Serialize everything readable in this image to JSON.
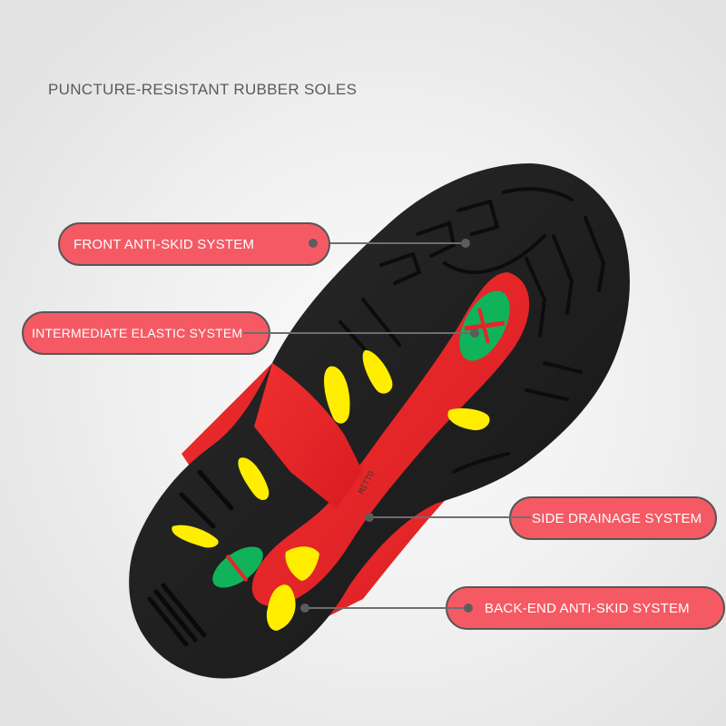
{
  "headline": "PUNCTURE-RESISTANT RUBBER SOLES",
  "colors": {
    "pill_fill": "#f55a64",
    "pill_border": "#575757",
    "sole_black": "#1f1f1f",
    "sole_red": "#e8232a",
    "insert_yellow": "#ffee00",
    "insert_green": "#10b35a"
  },
  "callouts": [
    {
      "id": "front-anti-skid",
      "label": "FRONT ANTI-SKID SYSTEM",
      "target": "forefoot tread"
    },
    {
      "id": "intermediate-elastic",
      "label": "INTERMEDIATE ELASTIC SYSTEM",
      "target": "forefoot cushion insert"
    },
    {
      "id": "side-drainage",
      "label": "SIDE DRAINAGE SYSTEM",
      "target": "midfoot channel"
    },
    {
      "id": "back-end-anti-skid",
      "label": "BACK-END ANTI-SKID SYSTEM",
      "target": "heel tread"
    }
  ],
  "sole_imprint": "MITTO"
}
